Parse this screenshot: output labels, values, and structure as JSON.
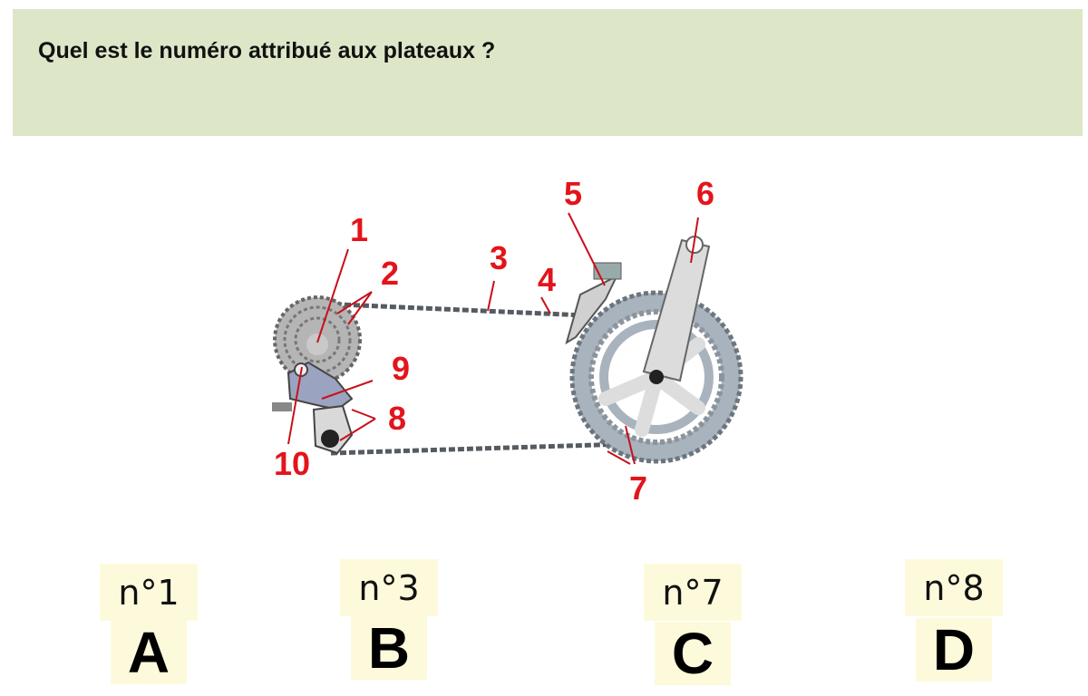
{
  "question": "Quel est le numéro attribué aux plateaux ?",
  "diagram": {
    "labels": [
      "1",
      "2",
      "3",
      "4",
      "5",
      "6",
      "7",
      "8",
      "9",
      "10"
    ],
    "colors": {
      "label": "#e3141b",
      "metal": "#a9b3bd",
      "chain": "#555b60"
    }
  },
  "options": [
    {
      "number": "n°1",
      "letter": "A"
    },
    {
      "number": "n°3",
      "letter": "B"
    },
    {
      "number": "n°7",
      "letter": "C"
    },
    {
      "number": "n°8",
      "letter": "D"
    }
  ]
}
